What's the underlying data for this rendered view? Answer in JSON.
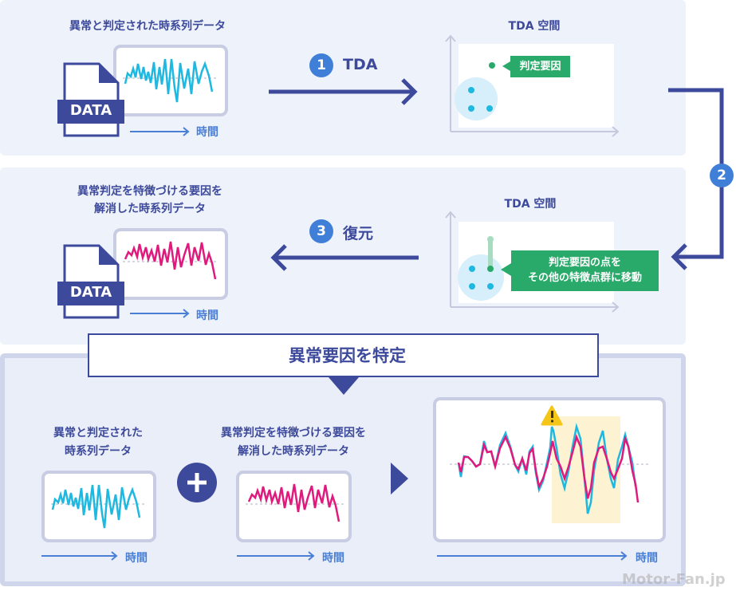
{
  "step1": {
    "source_title": "異常と判定された時系列データ",
    "doc_label": "DATA",
    "time_label": "時間",
    "step_number": "1",
    "step_label": "TDA",
    "space_title": "TDA 空間",
    "factor_label": "判定要因"
  },
  "step2": {
    "step_number": "2",
    "source_title_line1": "異常判定を特徴づける要因を",
    "source_title_line2": "解消した時系列データ",
    "doc_label": "DATA",
    "time_label": "時間",
    "space_title": "TDA 空間",
    "move_label_line1": "判定要因の点を",
    "move_label_line2": "その他の特徴点群に移動"
  },
  "step3": {
    "step_number": "3",
    "step_label": "復元"
  },
  "identify": {
    "banner": "異常要因を特定",
    "left_title_line1": "異常と判定された",
    "left_title_line2": "時系列データ",
    "mid_title_line1": "異常判定を特徴づける要因を",
    "mid_title_line2": "解消した時系列データ",
    "time_label": "時間"
  },
  "watermark": "Motor-Fan.jp",
  "colors": {
    "navy": "#3d4a9b",
    "cyan": "#1fb8e0",
    "magenta": "#e0197d",
    "blue": "#3f7fd8",
    "green": "#2aaa6a",
    "highlight": "#fdf3d2",
    "warning": "#f5c518"
  }
}
